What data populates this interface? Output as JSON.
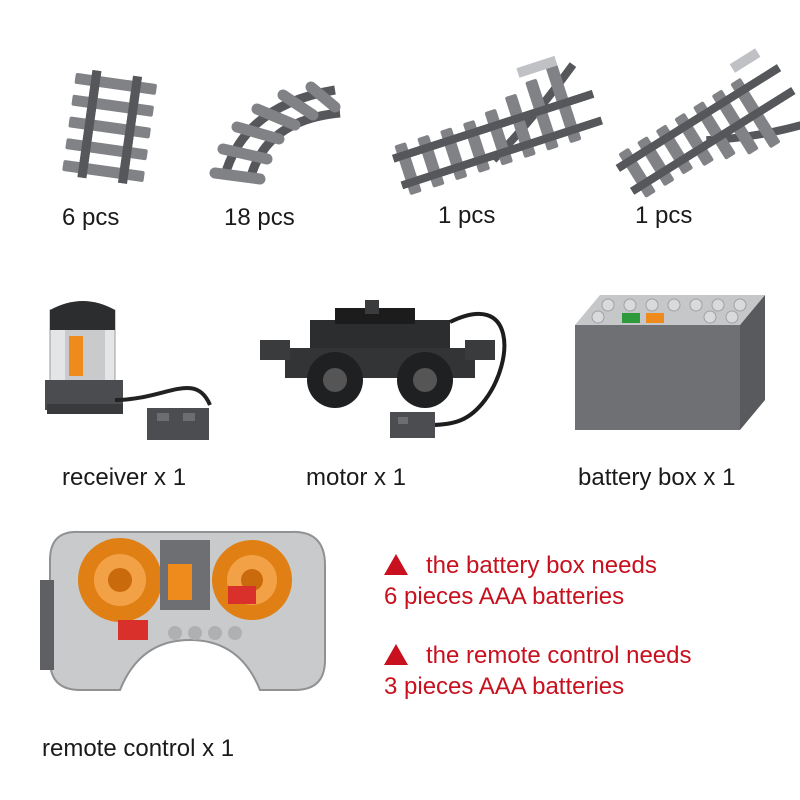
{
  "products": {
    "straight_track": {
      "label": "6 pcs",
      "icon": "straight-track-icon"
    },
    "curved_track": {
      "label": "18 pcs",
      "icon": "curved-track-icon"
    },
    "switch_left": {
      "label": "1 pcs",
      "icon": "switch-track-left-icon"
    },
    "switch_right": {
      "label": "1 pcs",
      "icon": "switch-track-right-icon"
    },
    "receiver": {
      "label": "receiver x 1",
      "icon": "ir-receiver-icon"
    },
    "motor": {
      "label": "motor x 1",
      "icon": "train-motor-icon"
    },
    "battery_box": {
      "label": "battery box x 1",
      "icon": "battery-box-icon"
    },
    "remote": {
      "label": "remote control x 1",
      "icon": "remote-control-icon"
    }
  },
  "notes": [
    {
      "line1": "the battery box needs",
      "line2": "6 pieces AAA batteries"
    },
    {
      "line1": "the remote control needs",
      "line2": "3 pieces AAA batteries"
    }
  ],
  "colors": {
    "note_red": "#c8101e",
    "track_gray": "#6e7073",
    "orange": "#f08a1c"
  }
}
